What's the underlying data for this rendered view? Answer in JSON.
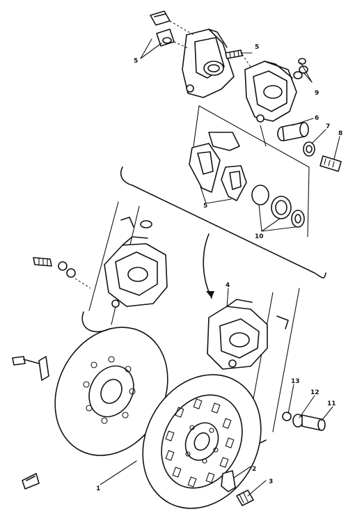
{
  "callouts": {
    "c1": "1",
    "c2": "2",
    "c3": "3",
    "c4": "4",
    "c5": "5",
    "c5b": "5",
    "c5c": "5",
    "c6": "6",
    "c7": "7",
    "c8": "8",
    "c9": "9",
    "c10": "10",
    "c11": "11",
    "c12": "12",
    "c13": "13"
  }
}
